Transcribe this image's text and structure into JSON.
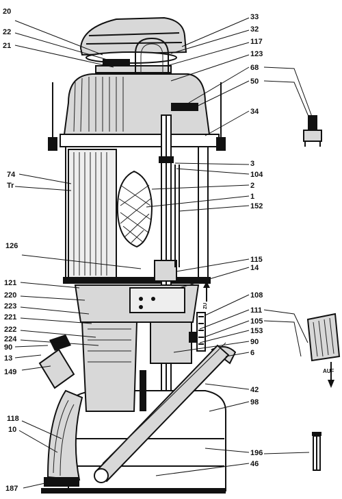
{
  "labels_left": [
    {
      "id": "20",
      "text": "20"
    },
    {
      "id": "22",
      "text": "22"
    },
    {
      "id": "21",
      "text": "21"
    },
    {
      "id": "74",
      "text": "74"
    },
    {
      "id": "Tr",
      "text": "Tr"
    },
    {
      "id": "126",
      "text": "126"
    },
    {
      "id": "121",
      "text": "121"
    },
    {
      "id": "220",
      "text": "220"
    },
    {
      "id": "223",
      "text": "223"
    },
    {
      "id": "221",
      "text": "221"
    },
    {
      "id": "222",
      "text": "222"
    },
    {
      "id": "224",
      "text": "224"
    },
    {
      "id": "90L",
      "text": "90"
    },
    {
      "id": "13",
      "text": "13"
    },
    {
      "id": "149",
      "text": "149"
    },
    {
      "id": "118",
      "text": "118"
    },
    {
      "id": "10",
      "text": "10"
    },
    {
      "id": "187",
      "text": "187"
    }
  ],
  "labels_right": [
    {
      "id": "33",
      "text": "33"
    },
    {
      "id": "32",
      "text": "32"
    },
    {
      "id": "117",
      "text": "117"
    },
    {
      "id": "123",
      "text": "123"
    },
    {
      "id": "68",
      "text": "68"
    },
    {
      "id": "50",
      "text": "50"
    },
    {
      "id": "34",
      "text": "34"
    },
    {
      "id": "3",
      "text": "3"
    },
    {
      "id": "104",
      "text": "104"
    },
    {
      "id": "2",
      "text": "2"
    },
    {
      "id": "1",
      "text": "1"
    },
    {
      "id": "152",
      "text": "152"
    },
    {
      "id": "115",
      "text": "115"
    },
    {
      "id": "14",
      "text": "14"
    },
    {
      "id": "108",
      "text": "108"
    },
    {
      "id": "111",
      "text": "111"
    },
    {
      "id": "105",
      "text": "105"
    },
    {
      "id": "153",
      "text": "153"
    },
    {
      "id": "90R",
      "text": "90"
    },
    {
      "id": "6",
      "text": "6"
    },
    {
      "id": "42",
      "text": "42"
    },
    {
      "id": "98",
      "text": "98"
    },
    {
      "id": "196",
      "text": "196"
    },
    {
      "id": "46",
      "text": "46"
    }
  ],
  "annotations": {
    "zu": "ZU",
    "auf": "AUF"
  }
}
